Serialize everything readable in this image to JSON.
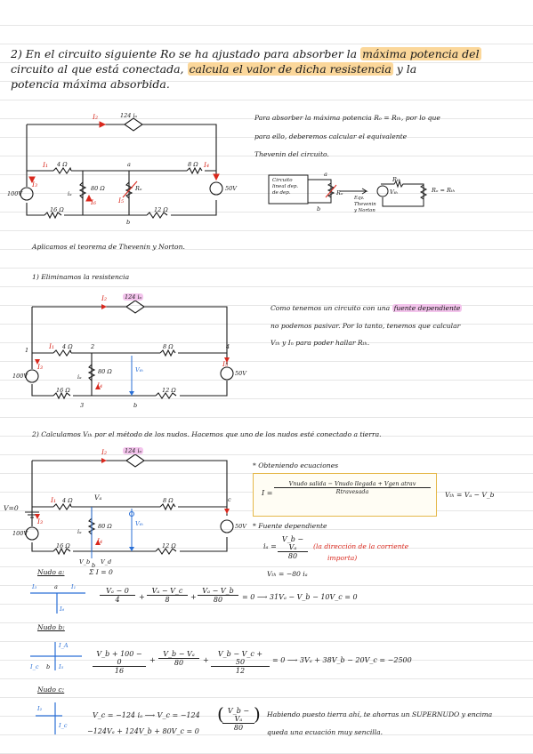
{
  "problem": {
    "line1a": "2) En el circuito siguiente Ro se ha ajustado para absorber la ",
    "line1b": "máxima potencia del",
    "line2a": "circuito al que está conectada, ",
    "line2b": "calcula el valor de dicha resistencia",
    "line2c": " y la",
    "line3": "potencia máxima absorbida."
  },
  "circuit1": {
    "labels": {
      "i_top": "I₂",
      "dep_source": "124 iₐ",
      "i1": "I₁",
      "r4": "4 Ω",
      "node_a": "a",
      "r8": "8 Ω",
      "i4": "I₄",
      "i3": "I₃",
      "ia": "iₐ",
      "r80": "80 Ω",
      "ro": "Rₒ",
      "i6": "I₆",
      "i5": "I₅",
      "v100": "100V",
      "v50": "50V",
      "r16": "16 Ω",
      "node_b": "b",
      "r12": "12 Ω"
    },
    "note": [
      "Para absorber la máxima potencia Rₒ = Rₜₕ, por lo que",
      "para ello, deberemos calcular el equivalente",
      "Thevenin del circuito."
    ],
    "mini": {
      "box_text": [
        "Circuito",
        "lineal dep.",
        "de dep."
      ],
      "node_a": "a",
      "node_b": "b",
      "ro": "Rₒ",
      "arrow_label": [
        "Eqv.",
        "Thevenin",
        "y Norton"
      ],
      "rth": "Rₜₕ",
      "vth": "Vₜₕ",
      "ro_eq": "Rₒ = Rₜₕ"
    }
  },
  "apply_text": "Aplicamos el teorema de Thevenin y Norton.",
  "step1": "1) Eliminamos la resistencia",
  "circuit2": {
    "labels": {
      "i_top": "I₂",
      "dep_source": "124 iₐ",
      "n1": "1",
      "i1": "I₁",
      "r4": "4 Ω",
      "n2": "2",
      "r8": "8 Ω",
      "n4": "4",
      "i3": "I₃",
      "ia": "iₐ",
      "r80": "80 Ω",
      "vth": "Vₜₕ",
      "i4": "I₄",
      "v100": "100V",
      "v50": "50V",
      "i5": "I₅",
      "r16": "16 Ω",
      "r12": "12 Ω",
      "n3": "3",
      "node_b": "b"
    },
    "note_a": "Como tenemos un circuito con una ",
    "note_b": "fuente dependiente",
    "note_rest": [
      "no podemos pasivar. Por lo tanto, tenemos que calcular",
      "Vₜₕ y Iₙ para poder hallar Rₜₕ."
    ]
  },
  "step2": "2) Calculamos Vₜₕ por el método de los nudos. Hacemos que uno de los nudos esté conectado a tierra.",
  "circuit3": {
    "labels": {
      "i_top": "I₂",
      "dep_source": "124 iₐ",
      "v0": "V=0",
      "i1": "I₁",
      "r4": "4 Ω",
      "va": "Vₐ",
      "r8": "8 Ω",
      "node_c": "c",
      "i3": "I₃",
      "ia": "iₐ",
      "r80": "80 Ω",
      "vth": "Vₜₕ",
      "i4": "I₄",
      "v100": "100V",
      "v50": "50V",
      "r16": "16 Ω",
      "r12": "12 Ω",
      "vb": "V_b",
      "node_b": "b",
      "vd": "V_d"
    }
  },
  "equations": {
    "title": "* Obteniendo ecuaciones",
    "eq_i": "I =",
    "eq_num": "Vnudo salida − Vnudo llegada + Vgen atrav",
    "eq_den": "Rtravesada",
    "vth_eq": "Vₜₕ = Vₐ − V_b",
    "dep_title": "* Fuente dependiente",
    "ia_eq": "iₐ =",
    "ia_num": "V_b − Vₐ",
    "ia_den": "80",
    "ia_note": "(la dirección de la corriente",
    "ia_note2": "importa)",
    "vth2": "Vₜₕ = −80 iₐ"
  },
  "nodes": {
    "a_title": "Nudo a:",
    "sum": "Σ I = 0",
    "a_labels": {
      "i3": "I₃",
      "a": "a",
      "i1": "I₁",
      "i6": "I₆"
    },
    "a_terms": [
      "Vₐ − 0",
      "4",
      "Vₐ − V_c",
      "8",
      "Vₐ − V_b",
      "80"
    ],
    "a_result": "= 0 ⟶ 31Vₐ − V_b − 10V_c = 0",
    "b_title": "Nudo b:",
    "b_labels": {
      "ia": "I_A",
      "ic": "I_c",
      "b": "b",
      "i5": "I₅"
    },
    "b_terms": [
      "V_b + 100 − 0",
      "16",
      "V_b − Vₐ",
      "80",
      "V_b − V_c + 50",
      "12"
    ],
    "b_result": "= 0 ⟶ 3Vₐ + 38V_b − 20V_c = −2500",
    "c_title": "Nudo c:",
    "c_labels": {
      "i2": "I₂",
      "i": "I_c"
    },
    "c_eq1": "V_c = −124 iₐ ⟶ V_c = −124",
    "c_frac_num": "V_b − Vₐ",
    "c_frac_den": "80",
    "c_eq2": "−124Vₐ + 124V_b + 80V_c = 0",
    "c_note1": "Habiendo puesto tierra ahí, te ahorras un SUPERNUDO y encima",
    "c_note2": "queda una ecuación muy sencilla."
  }
}
